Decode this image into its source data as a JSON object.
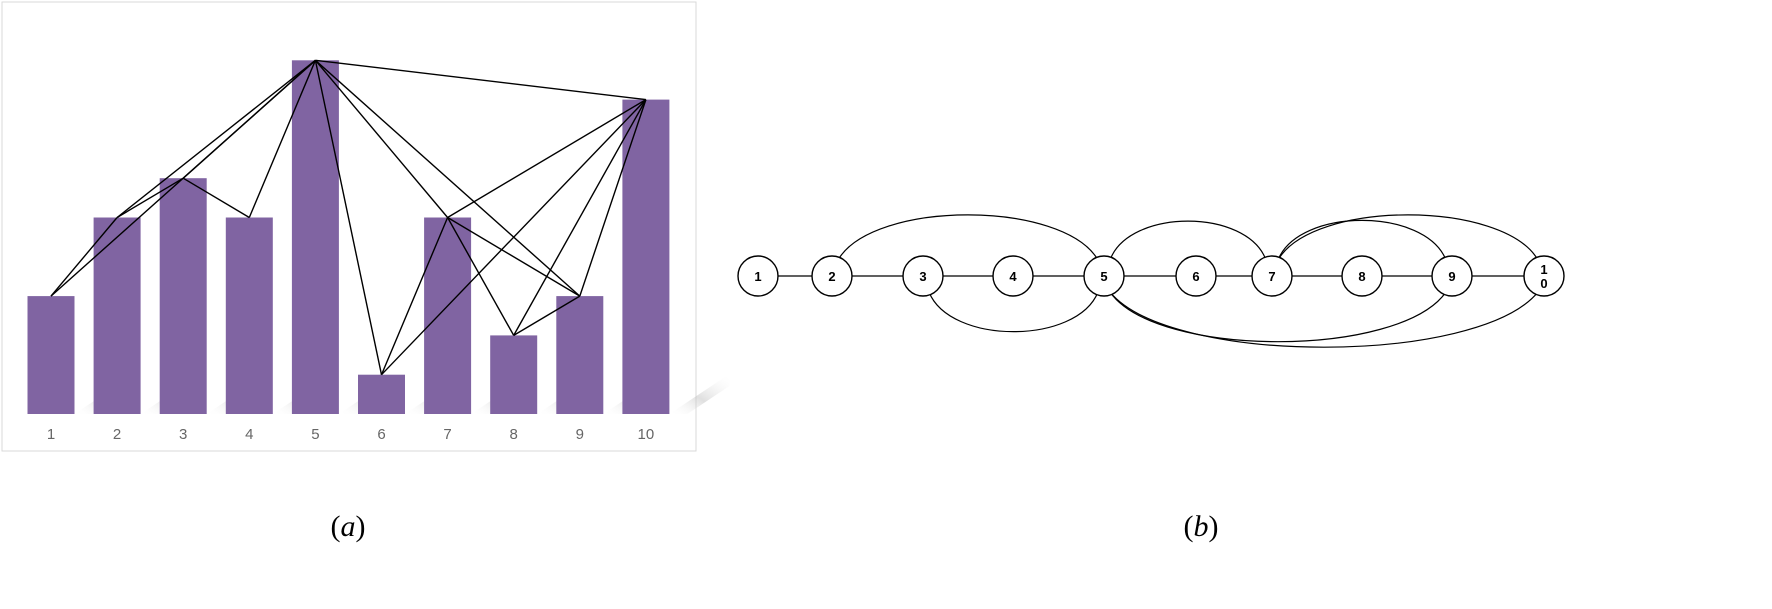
{
  "captions": {
    "a": "a",
    "b": "b"
  },
  "colors": {
    "bar": "#8064a2",
    "frame": "#d9d9d9",
    "tick": "#666666",
    "edge": "#000000"
  },
  "chart_data": {
    "type": "bar",
    "categories": [
      "1",
      "2",
      "3",
      "4",
      "5",
      "6",
      "7",
      "8",
      "9",
      "10"
    ],
    "values": [
      3,
      5,
      6,
      5,
      9,
      1,
      5,
      2,
      3,
      8
    ],
    "ylim": [
      0,
      10
    ],
    "grid": false,
    "visibility_edges": [
      [
        1,
        2
      ],
      [
        1,
        5
      ],
      [
        2,
        3
      ],
      [
        2,
        5
      ],
      [
        3,
        4
      ],
      [
        3,
        5
      ],
      [
        4,
        5
      ],
      [
        5,
        6
      ],
      [
        5,
        7
      ],
      [
        5,
        9
      ],
      [
        5,
        10
      ],
      [
        6,
        7
      ],
      [
        6,
        10
      ],
      [
        7,
        8
      ],
      [
        7,
        9
      ],
      [
        7,
        10
      ],
      [
        8,
        9
      ],
      [
        8,
        10
      ],
      [
        9,
        10
      ]
    ]
  },
  "graph": {
    "nodes": [
      {
        "id": 1,
        "label": "1"
      },
      {
        "id": 2,
        "label": "2"
      },
      {
        "id": 3,
        "label": "3"
      },
      {
        "id": 4,
        "label": "4"
      },
      {
        "id": 5,
        "label": "5"
      },
      {
        "id": 6,
        "label": "6"
      },
      {
        "id": 7,
        "label": "7"
      },
      {
        "id": 8,
        "label": "8"
      },
      {
        "id": 9,
        "label": "9"
      },
      {
        "id": 10,
        "label": "1\n0"
      }
    ],
    "edges": [
      {
        "from": 1,
        "to": 2
      },
      {
        "from": 2,
        "to": 3
      },
      {
        "from": 3,
        "to": 4
      },
      {
        "from": 4,
        "to": 5
      },
      {
        "from": 5,
        "to": 6
      },
      {
        "from": 6,
        "to": 7
      },
      {
        "from": 7,
        "to": 8
      },
      {
        "from": 8,
        "to": 9
      },
      {
        "from": 9,
        "to": 10
      },
      {
        "from": 2,
        "to": 5
      },
      {
        "from": 3,
        "to": 5
      },
      {
        "from": 5,
        "to": 7
      },
      {
        "from": 5,
        "to": 9
      },
      {
        "from": 5,
        "to": 10
      },
      {
        "from": 7,
        "to": 9
      },
      {
        "from": 7,
        "to": 10
      }
    ]
  }
}
